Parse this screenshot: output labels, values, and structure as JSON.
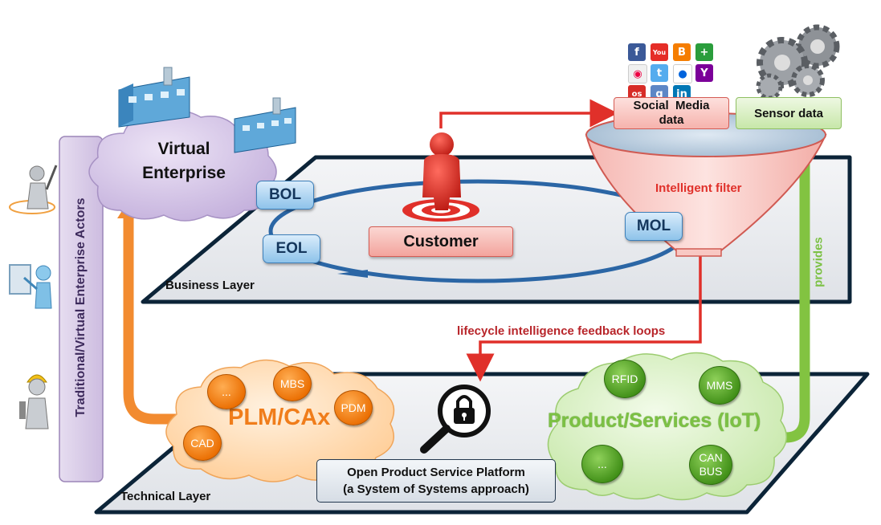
{
  "virtual_enterprise": {
    "label_line1": "Virtual",
    "label_line2": "Enterprise"
  },
  "lifecycle": {
    "bol": "BOL",
    "mol": "MOL",
    "eol": "EOL"
  },
  "customer": {
    "label": "Customer"
  },
  "business_layer": {
    "label": "Business Layer"
  },
  "technical_layer": {
    "label": "Technical Layer"
  },
  "social_media": {
    "label_line1": "Social  Media",
    "label_line2": "data"
  },
  "sensor": {
    "label": "Sensor data"
  },
  "filter": {
    "label": "Intelligent filter"
  },
  "feedback": {
    "label": "lifecycle intelligence feedback loops"
  },
  "provides": {
    "label": "provides"
  },
  "actors": {
    "label": "Traditional/Virtual Enterprise Actors"
  },
  "plm": {
    "title": "PLM/CAx",
    "items": [
      "...",
      "MBS",
      "PDM",
      "CAD"
    ]
  },
  "product": {
    "title": "Product/Services (IoT)",
    "items": [
      "RFID",
      "MMS",
      "...",
      "CAN BUS"
    ]
  },
  "platform": {
    "label_line1": "Open Product Service Platform",
    "label_line2": "(a System of Systems approach)"
  },
  "colors": {
    "red": "#e0302a",
    "green": "#7cc144",
    "orange": "#f28b30",
    "purple": "#b8a4cc",
    "blue": "#2e6fb0",
    "layer": "#eef0f3"
  },
  "icons": [
    "factory-icon",
    "customer-person-icon",
    "gears-icon",
    "padlock-magnifier-icon",
    "social-media-icons",
    "worker-icon",
    "presenter-icon",
    "designer-icon"
  ]
}
